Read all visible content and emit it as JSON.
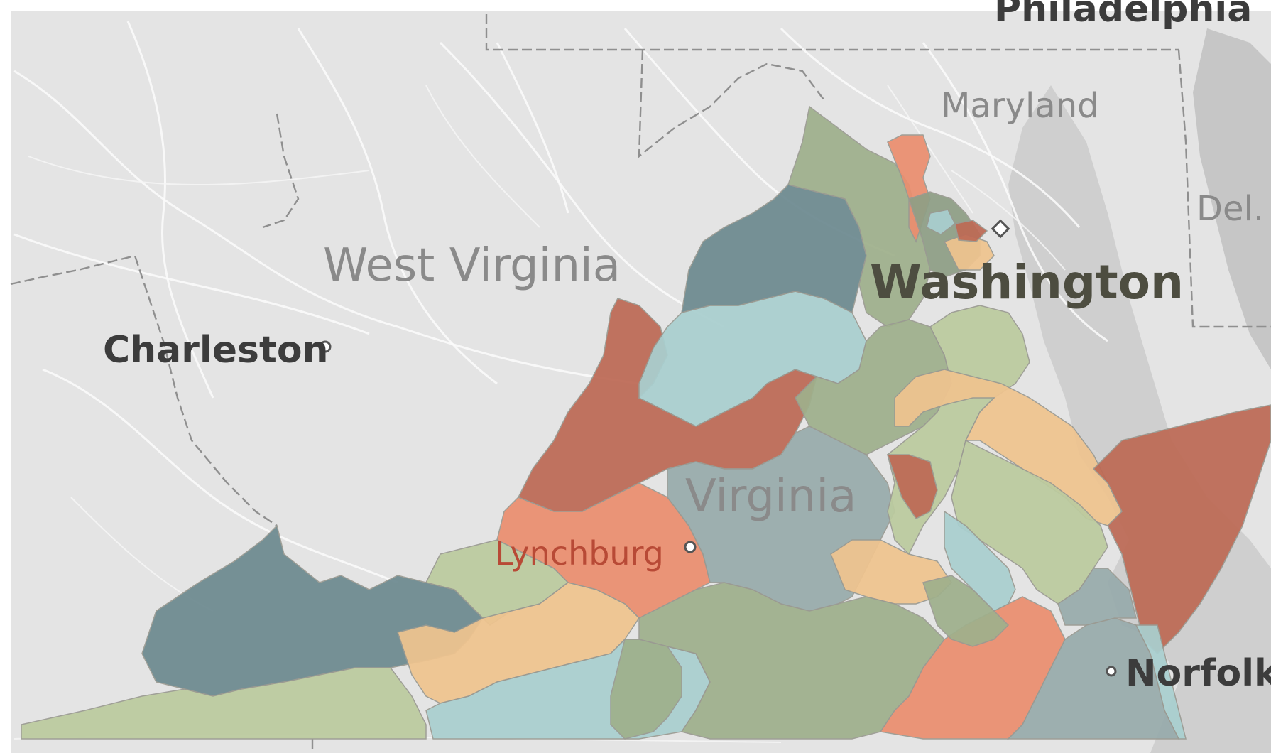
{
  "labels": {
    "top_city_cut": "Philadelphia",
    "maryland": "Maryland",
    "delaware": "Del.",
    "west_virginia": "West Virginia",
    "charleston": "Charleston",
    "washington": "Washington",
    "virginia": "Virginia",
    "lynchburg": "Lynchburg",
    "norfolk": "Norfolk"
  },
  "colors": {
    "background": "#e4e4e4",
    "water": "#c9c9c9",
    "slate_blue": "#6d8a90",
    "light_teal": "#a9cfcf",
    "sage": "#9fb08c",
    "light_sage": "#bccb9f",
    "terracotta": "#bd6a55",
    "salmon": "#eb8e6f",
    "peach": "#efc48f",
    "gray_blue": "#98abac"
  }
}
